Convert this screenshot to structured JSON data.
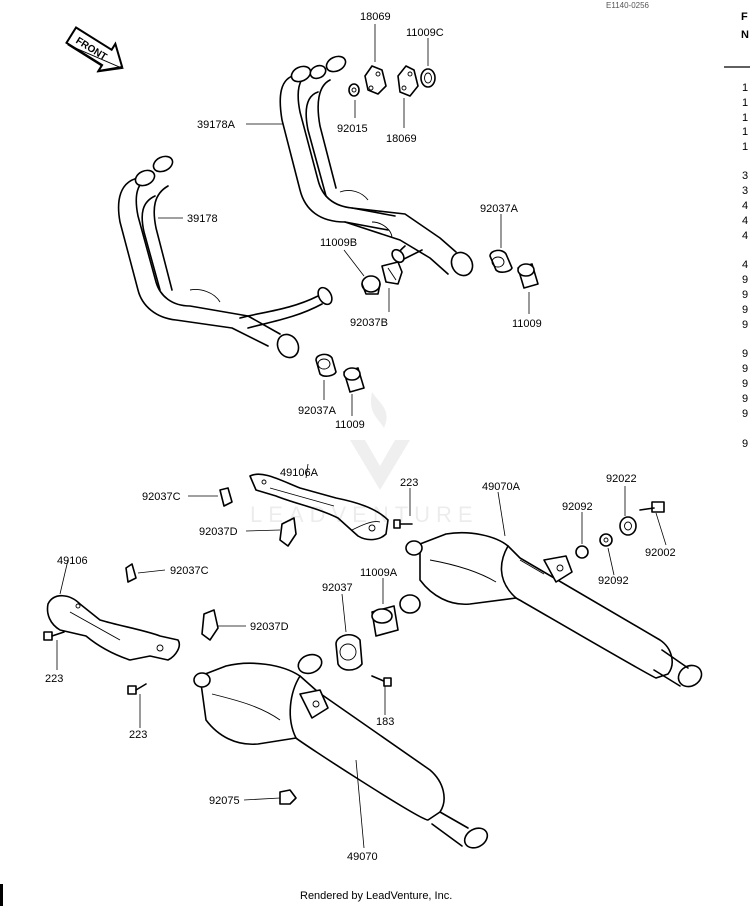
{
  "diagram": {
    "code": "E1140-0256",
    "front_arrow_label": "FRONT",
    "footer": "Rendered by LeadVenture, Inc.",
    "watermark": "LEADVENTURE",
    "side_panel": {
      "header_lines": [
        "F",
        "N"
      ],
      "numbers": [
        "1",
        "1",
        "1",
        "1",
        "1",
        "3",
        "3",
        "4",
        "4",
        "4",
        "4",
        "9",
        "9",
        "9",
        "9",
        "9",
        "9",
        "9",
        "9",
        "9",
        "9"
      ]
    },
    "labels": {
      "p18069_top": "18069",
      "p11009c": "11009C",
      "p39178a": "39178A",
      "p92015": "92015",
      "p18069_bot": "18069",
      "p39178": "39178",
      "p92037a_r": "92037A",
      "p11009b": "11009B",
      "p92037b": "92037B",
      "p11009_r": "11009",
      "p92037a_l": "92037A",
      "p11009_l": "11009",
      "p49106a": "49106A",
      "p223_top": "223",
      "p49070a": "49070A",
      "p92022": "92022",
      "p92037c_top": "92037C",
      "p92092_a": "92092",
      "p92037d_top": "92037D",
      "p92002": "92002",
      "p92092_b": "92092",
      "p49106": "49106",
      "p92037c_mid": "92037C",
      "p92037": "92037",
      "p11009a": "11009A",
      "p92037d_mid": "92037D",
      "p223_left": "223",
      "p223_bot": "223",
      "p183": "183",
      "p92075": "92075",
      "p49070": "49070"
    }
  }
}
